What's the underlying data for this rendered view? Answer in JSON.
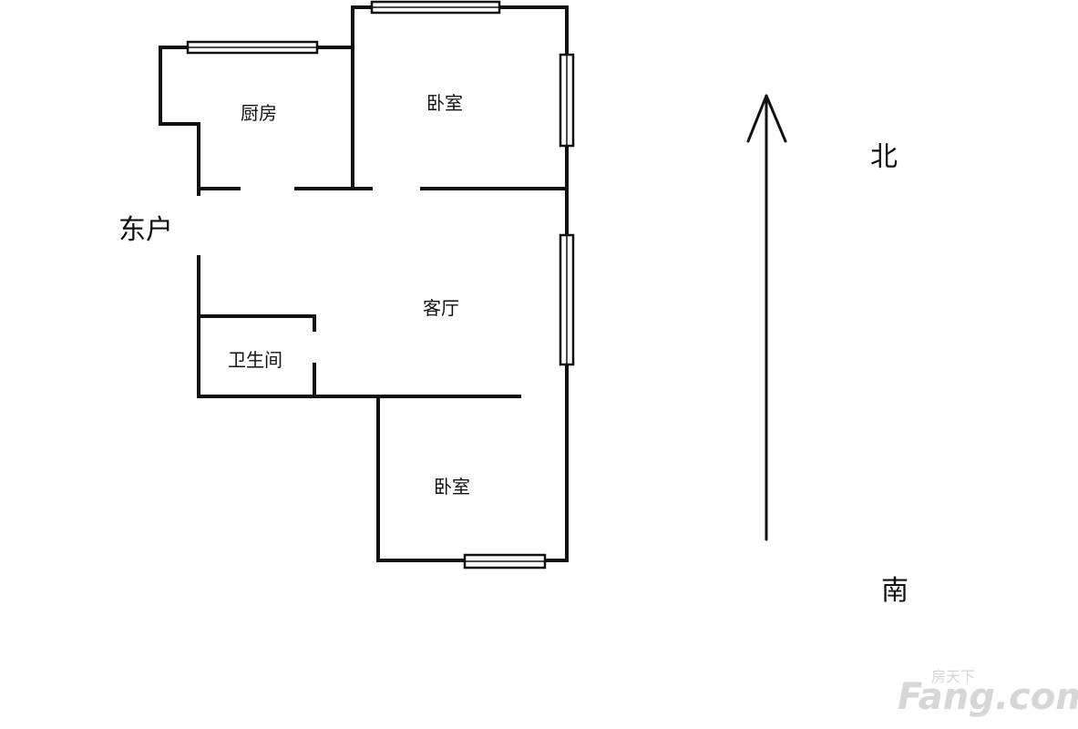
{
  "rooms": {
    "kitchen": "厨房",
    "bedroom_north": "卧室",
    "living_room": "客厅",
    "bathroom": "卫生间",
    "bedroom_south": "卧室"
  },
  "labels": {
    "unit": "东户",
    "north": "北",
    "south": "南"
  },
  "watermark": {
    "brand": "Fang.com",
    "chinese": "房天下"
  },
  "colors": {
    "line": "#111111",
    "background": "#ffffff",
    "watermark": "#d6d6d6"
  }
}
